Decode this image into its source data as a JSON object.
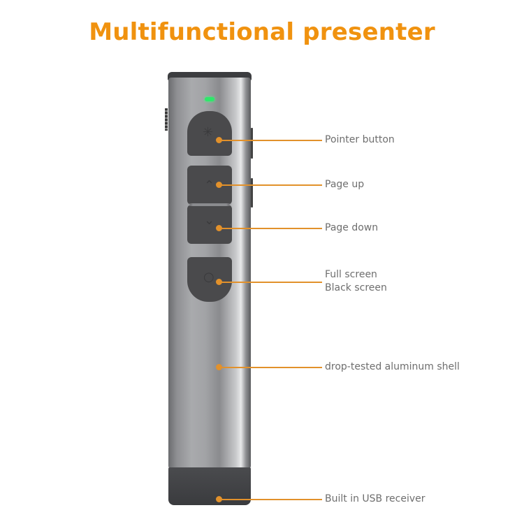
{
  "title": "Multifunctional presenter",
  "colors": {
    "title": "#f0920f",
    "callout": "#e2912b",
    "label_text": "#6e6e6e",
    "led": "#2ee86a",
    "button": "#4a4a4c"
  },
  "device": {
    "name": "presenter",
    "buttons": [
      {
        "id": "pointer",
        "icon": "laser-star-icon"
      },
      {
        "id": "page-up",
        "icon": "chevron-up-icon"
      },
      {
        "id": "page-down",
        "icon": "chevron-down-icon"
      },
      {
        "id": "screen",
        "icon": "circle-screen-icon"
      }
    ]
  },
  "callouts": {
    "pointer": "Pointer button",
    "page_up": "Page up",
    "page_down": "Page down",
    "screen_line1": "Full screen",
    "screen_line2": "Black screen",
    "shell": "drop-tested aluminum shell",
    "usb": "Built in USB receiver"
  },
  "icons": {
    "pointer": "✳",
    "up": "⌃",
    "down": "⌄",
    "screen": "○"
  }
}
